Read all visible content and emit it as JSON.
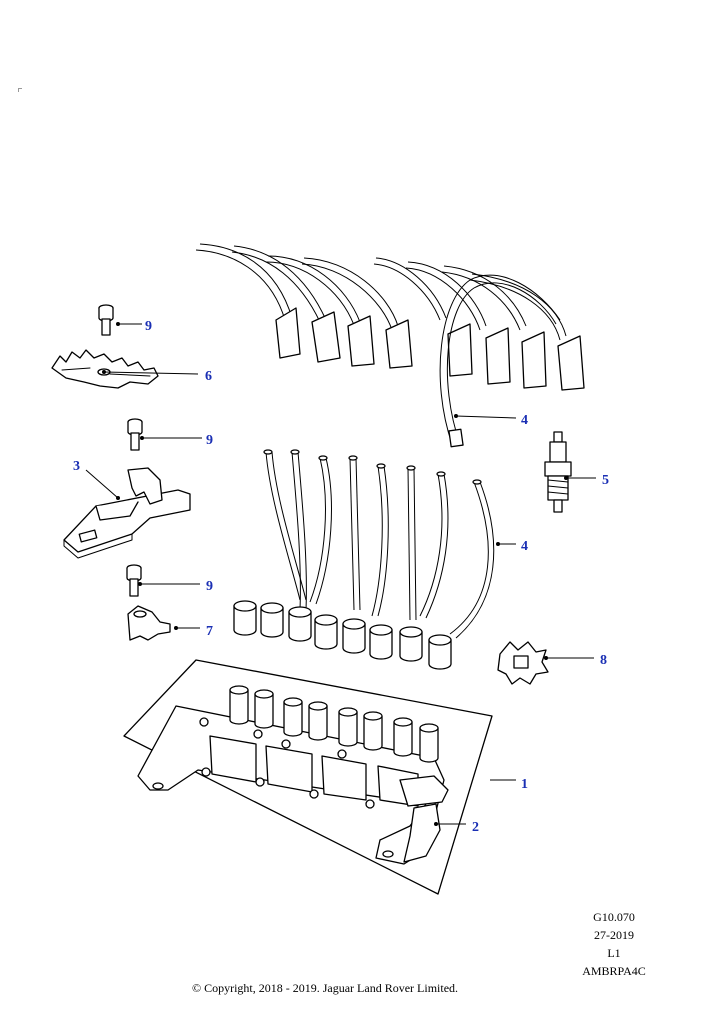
{
  "callouts": {
    "c1": "1",
    "c2": "2",
    "c3": "3",
    "c4a": "4",
    "c4b": "4",
    "c5": "5",
    "c6": "6",
    "c7": "7",
    "c8": "8",
    "c9a": "9",
    "c9b": "9",
    "c9c": "9"
  },
  "meta": {
    "code": "G10.070",
    "date": "27-2019",
    "level": "L1",
    "ref": "AMBRPA4C"
  },
  "copyright": "© Copyright, 2018 - 2019. Jaguar Land Rover Limited.",
  "colors": {
    "callout": "#1a2fb4",
    "line": "#000000"
  }
}
